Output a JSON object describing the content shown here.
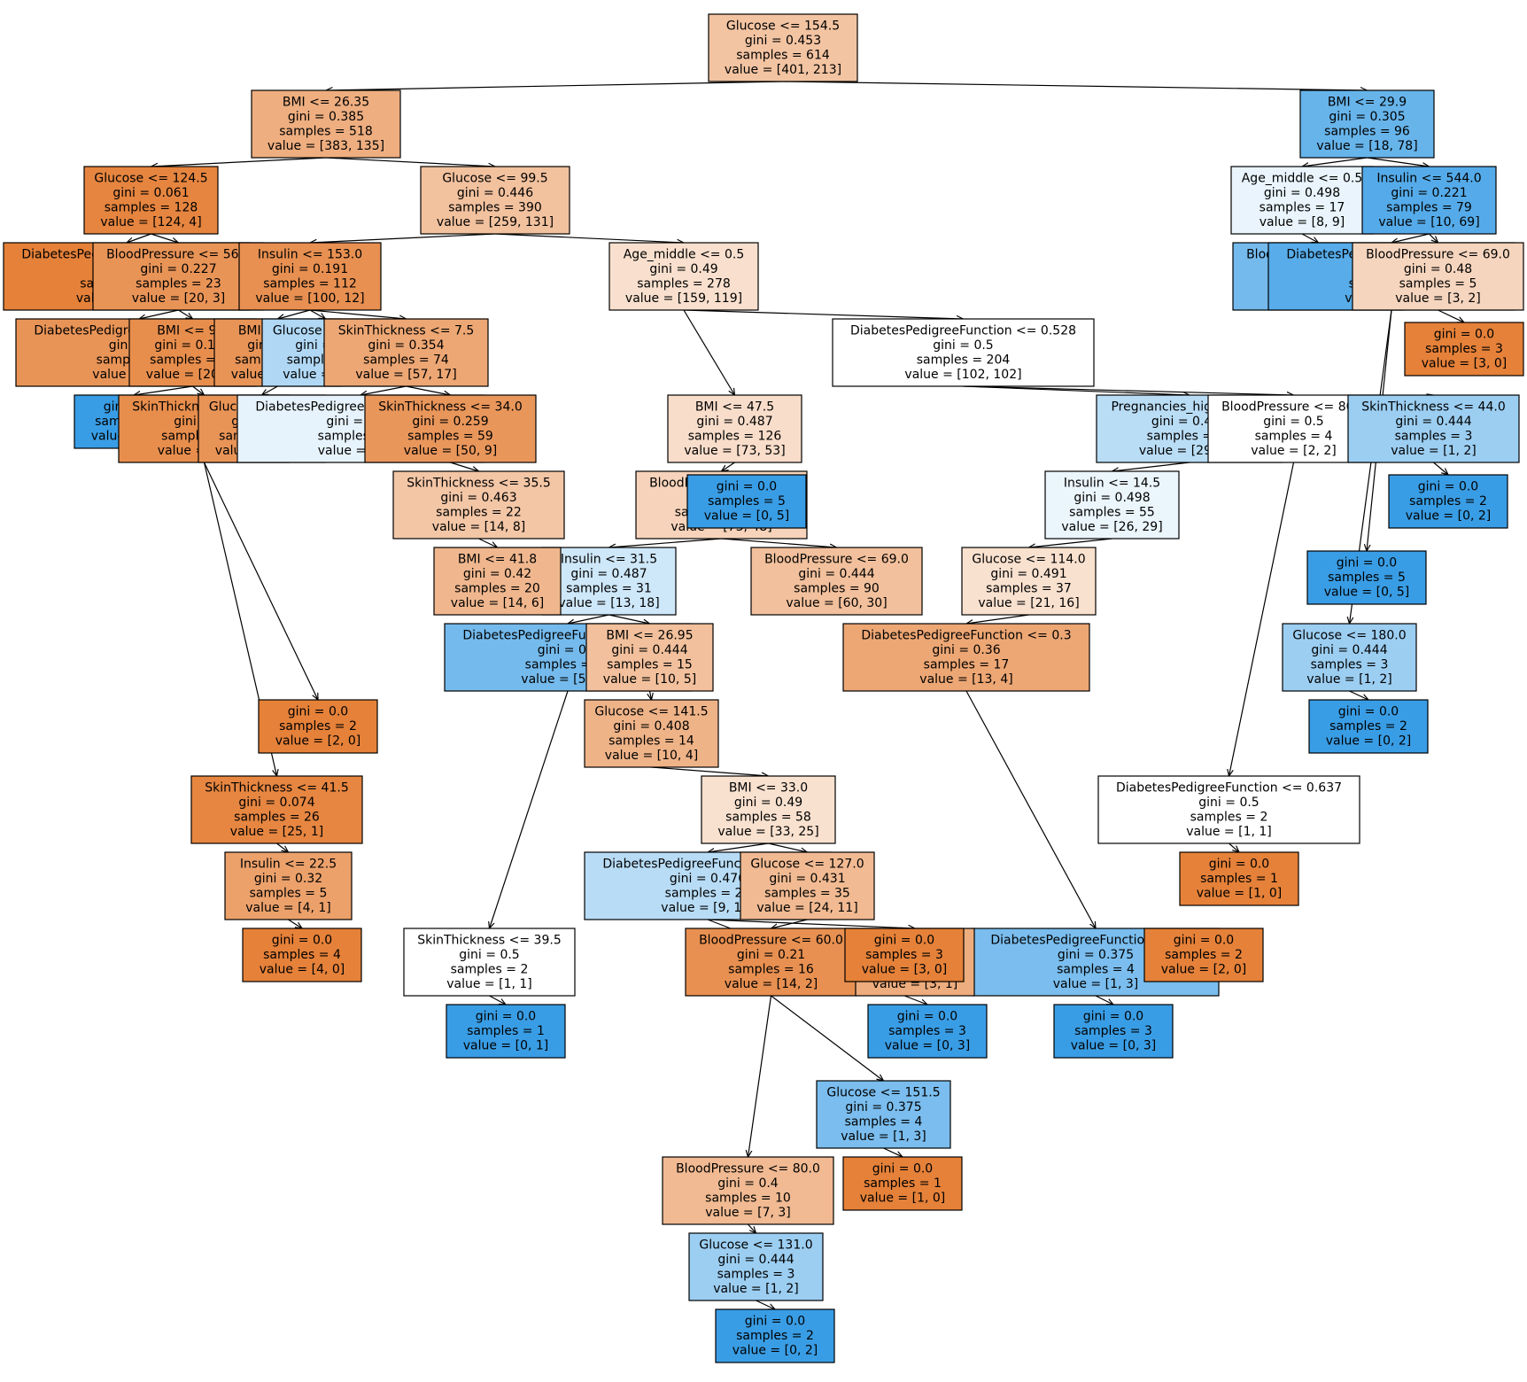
{
  "diagram": {
    "type": "decision-tree",
    "colors": {
      "class0": "#e58139",
      "class1": "#399de5",
      "border": "#000000",
      "edge": "#000000"
    },
    "nodes": [
      {
        "id": "n0",
        "parent": null,
        "cls": 0,
        "tint": 0.47,
        "lines": [
          "Glucose <= 154.5",
          "gini = 0.453",
          "samples = 614",
          "value = [401, 213]"
        ]
      },
      {
        "id": "n1",
        "parent": "n0",
        "cls": 0,
        "tint": 0.64,
        "lines": [
          "BMI <= 26.35",
          "gini = 0.385",
          "samples = 518",
          "value = [383, 135]"
        ]
      },
      {
        "id": "n2",
        "parent": "n0",
        "cls": 1,
        "tint": 0.77,
        "lines": [
          "BMI <= 29.9",
          "gini = 0.305",
          "samples = 96",
          "value = [18, 78]"
        ]
      },
      {
        "id": "n3",
        "parent": "n1",
        "cls": 0,
        "tint": 0.97,
        "lines": [
          "Glucose <= 124.5",
          "gini = 0.061",
          "samples = 128",
          "value = [124, 4]"
        ]
      },
      {
        "id": "n4",
        "parent": "n1",
        "cls": 0,
        "tint": 0.49,
        "lines": [
          "Glucose <= 99.5",
          "gini = 0.446",
          "samples = 390",
          "value = [259, 131]"
        ]
      },
      {
        "id": "n5",
        "parent": "n2",
        "cls": 1,
        "tint": 0.11,
        "lines": [
          "Age_middle <= 0.5",
          "gini = 0.498",
          "samples = 17",
          "value = [8, 9]"
        ]
      },
      {
        "id": "n6",
        "parent": "n2",
        "cls": 1,
        "tint": 0.86,
        "lines": [
          "Insulin <= 544.0",
          "gini = 0.221",
          "samples = 79",
          "value = [10, 69]"
        ]
      },
      {
        "id": "n7",
        "parent": "n3",
        "cls": 0,
        "tint": 1.0,
        "lines": [
          "DiabetesPedigreeFunction <= 0.5",
          "gini = 0.0",
          "samples = 105",
          "value = [104, 1]"
        ]
      },
      {
        "id": "n8",
        "parent": "n3",
        "cls": 0,
        "tint": 0.85,
        "lines": [
          "BloodPressure <= 56.0",
          "gini = 0.227",
          "samples = 23",
          "value = [20, 3]"
        ]
      },
      {
        "id": "n9",
        "parent": "n4",
        "cls": 0,
        "tint": 0.88,
        "lines": [
          "Insulin <= 153.0",
          "gini = 0.191",
          "samples = 112",
          "value = [100, 12]"
        ]
      },
      {
        "id": "n10",
        "parent": "n4",
        "cls": 0,
        "tint": 0.25,
        "lines": [
          "Age_middle <= 0.5",
          "gini = 0.49",
          "samples = 278",
          "value = [159, 119]"
        ]
      },
      {
        "id": "n11",
        "parent": "n5",
        "cls": 1,
        "tint": 0.7,
        "lines": [
          "BloodPressure <= 70.0",
          "gini = 0.3",
          "samples = 9",
          "value = [2, 7]"
        ]
      },
      {
        "id": "n12",
        "parent": "n6",
        "cls": 1,
        "tint": 0.85,
        "lines": [
          "DiabetesPedigreeFunction <= 1.1",
          "gini = 0.2",
          "samples = 74",
          "value = [8, 66]"
        ]
      },
      {
        "id": "n13",
        "parent": "n6",
        "cls": 0,
        "tint": 0.33,
        "lines": [
          "BloodPressure <= 69.0",
          "gini = 0.48",
          "samples = 5",
          "value = [3, 2]"
        ]
      },
      {
        "id": "n14",
        "parent": "n8",
        "cls": 0,
        "tint": 0.85,
        "lines": [
          "DiabetesPedigreeFunction <= 0.2",
          "gini = 0.2",
          "samples = 20",
          "value = [18, 2]"
        ]
      },
      {
        "id": "n15",
        "parent": "n8",
        "cls": 0,
        "tint": 0.9,
        "lines": [
          "BMI <= 9.8",
          "gini = 0.165",
          "samples = 22",
          "value = [20, 2]"
        ]
      },
      {
        "id": "n16",
        "parent": "n9",
        "cls": 0,
        "tint": 0.85,
        "lines": [
          "BMI <= 22.0",
          "gini = 0.2",
          "samples = 38",
          "value = [34, 4]"
        ]
      },
      {
        "id": "n17",
        "parent": "n9",
        "cls": 1,
        "tint": 0.4,
        "lines": [
          "Glucose <= 98.0",
          "gini = 0.4",
          "samples = 8",
          "value = [3, 5]"
        ]
      },
      {
        "id": "n18",
        "parent": "n9",
        "cls": 0,
        "tint": 0.7,
        "lines": [
          "SkinThickness <= 7.5",
          "gini = 0.354",
          "samples = 74",
          "value = [57, 17]"
        ]
      },
      {
        "id": "n19",
        "parent": "n10",
        "cls": 0,
        "tint": 0.27,
        "lines": [
          "BMI <= 47.5",
          "gini = 0.487",
          "samples = 126",
          "value = [73, 53]"
        ]
      },
      {
        "id": "n20",
        "parent": "n10",
        "cls": 0,
        "tint": 0.0,
        "lines": [
          "DiabetesPedigreeFunction <= 0.528",
          "gini = 0.5",
          "samples = 204",
          "value = [102, 102]"
        ]
      },
      {
        "id": "n21",
        "parent": "n15",
        "cls": 1,
        "tint": 1.0,
        "lines": [
          "gini = 0.0",
          "samples = 1",
          "value = [0, 1]"
        ]
      },
      {
        "id": "n22",
        "parent": "n15",
        "cls": 0,
        "tint": 0.9,
        "lines": [
          "SkinThickness <= 20.0",
          "gini = 0.2",
          "samples = 21",
          "value = [19, 2]"
        ]
      },
      {
        "id": "n23",
        "parent": "n16",
        "cls": 0,
        "tint": 0.85,
        "lines": [
          "Glucose <= 90.0",
          "gini = 0.2",
          "samples = 30",
          "value = [27, 3]"
        ]
      },
      {
        "id": "n24",
        "parent": "n18",
        "cls": 1,
        "tint": 0.12,
        "lines": [
          "DiabetesPedigreeFunction <= 0.6",
          "gini = 0.49",
          "samples = 15",
          "value = [7, 8]"
        ]
      },
      {
        "id": "n25",
        "parent": "n18",
        "cls": 0,
        "tint": 0.83,
        "lines": [
          "SkinThickness <= 34.0",
          "gini = 0.259",
          "samples = 59",
          "value = [50, 9]"
        ]
      },
      {
        "id": "n26",
        "parent": "n19",
        "cls": 0,
        "tint": 0.35,
        "lines": [
          "BloodPressure <= 87.0",
          "gini = 0.47",
          "samples = 121",
          "value = [73, 48]"
        ]
      },
      {
        "id": "n27",
        "parent": "n20",
        "cls": 1,
        "tint": 0.35,
        "lines": [
          "Pregnancies_high <= 0.5",
          "gini = 0.467",
          "samples = 70",
          "value = [29, 41]"
        ]
      },
      {
        "id": "n28",
        "parent": "n20",
        "cls": 0,
        "tint": 0.0,
        "lines": [
          "BloodPressure <= 80.0",
          "gini = 0.5",
          "samples = 4",
          "value = [2, 2]"
        ]
      },
      {
        "id": "n29",
        "parent": "n25",
        "cls": 0,
        "tint": 0.45,
        "lines": [
          "SkinThickness <= 35.5",
          "gini = 0.463",
          "samples = 22",
          "value = [14, 8]"
        ]
      },
      {
        "id": "n30",
        "parent": "n26",
        "cls": 1,
        "tint": 1.0,
        "lines": [
          "gini = 0.0",
          "samples = 5",
          "value = [0, 5]"
        ]
      },
      {
        "id": "n31",
        "parent": "n26",
        "cls": 1,
        "tint": 0.25,
        "lines": [
          "Insulin <= 31.5",
          "gini = 0.487",
          "samples = 31",
          "value = [13, 18]"
        ]
      },
      {
        "id": "n32",
        "parent": "n26",
        "cls": 0,
        "tint": 0.5,
        "lines": [
          "BloodPressure <= 69.0",
          "gini = 0.444",
          "samples = 90",
          "value = [60, 30]"
        ]
      },
      {
        "id": "n33",
        "parent": "n27",
        "cls": 1,
        "tint": 0.1,
        "lines": [
          "Insulin <= 14.5",
          "gini = 0.498",
          "samples = 55",
          "value = [26, 29]"
        ]
      },
      {
        "id": "n34",
        "parent": "n33",
        "cls": 0,
        "tint": 0.24,
        "lines": [
          "Glucose <= 114.0",
          "gini = 0.491",
          "samples = 37",
          "value = [21, 16]"
        ]
      },
      {
        "id": "n35",
        "parent": "n29",
        "cls": 0,
        "tint": 0.57,
        "lines": [
          "BMI <= 41.8",
          "gini = 0.42",
          "samples = 20",
          "value = [14, 6]"
        ]
      },
      {
        "id": "n36",
        "parent": "n31",
        "cls": 1,
        "tint": 0.7,
        "lines": [
          "DiabetesPedigreeFunction <= 0.3",
          "gini = 0.3",
          "samples = 30",
          "value = [5, 25]"
        ]
      },
      {
        "id": "n37",
        "parent": "n31",
        "cls": 0,
        "tint": 0.5,
        "lines": [
          "BMI <= 26.95",
          "gini = 0.444",
          "samples = 15",
          "value = [10, 5]"
        ]
      },
      {
        "id": "n38",
        "parent": "n34",
        "cls": 0,
        "tint": 0.7,
        "lines": [
          "DiabetesPedigreeFunction <= 0.3",
          "gini = 0.36",
          "samples = 17",
          "value = [13, 4]"
        ]
      },
      {
        "id": "n39",
        "parent": "n37",
        "cls": 0,
        "tint": 0.6,
        "lines": [
          "Glucose <= 141.5",
          "gini = 0.408",
          "samples = 14",
          "value = [10, 4]"
        ]
      },
      {
        "id": "n40",
        "parent": "n39",
        "cls": 0,
        "tint": 0.24,
        "lines": [
          "BMI <= 33.0",
          "gini = 0.49",
          "samples = 58",
          "value = [33, 25]"
        ]
      },
      {
        "id": "n41",
        "parent": "n40",
        "cls": 1,
        "tint": 0.36,
        "lines": [
          "DiabetesPedigreeFunction <= 0.4",
          "gini = 0.476",
          "samples = 23",
          "value = [9, 14]"
        ]
      },
      {
        "id": "n42",
        "parent": "n40",
        "cls": 0,
        "tint": 0.55,
        "lines": [
          "Glucose <= 127.0",
          "gini = 0.431",
          "samples = 35",
          "value = [24, 11]"
        ]
      },
      {
        "id": "n43",
        "parent": "n42",
        "cls": 0,
        "tint": 0.88,
        "lines": [
          "BloodPressure <= 60.0",
          "gini = 0.21",
          "samples = 16",
          "value = [14, 2]"
        ]
      },
      {
        "id": "n44",
        "parent": "n43",
        "cls": 0,
        "tint": 0.55,
        "lines": [
          "BloodPressure <= 80.0",
          "gini = 0.4",
          "samples = 10",
          "value = [7, 3]"
        ]
      },
      {
        "id": "n45",
        "parent": "n44",
        "cls": 1,
        "tint": 0.5,
        "lines": [
          "Glucose <= 131.0",
          "gini = 0.444",
          "samples = 3",
          "value = [1, 2]"
        ]
      },
      {
        "id": "n46",
        "parent": "n45",
        "cls": 1,
        "tint": 1.0,
        "lines": [
          "gini = 0.0",
          "samples = 2",
          "value = [0, 2]"
        ]
      },
      {
        "id": "n47",
        "parent": "n43",
        "cls": 1,
        "tint": 0.67,
        "lines": [
          "Glucose <= 151.5",
          "gini = 0.375",
          "samples = 4",
          "value = [1, 3]"
        ]
      },
      {
        "id": "n48",
        "parent": "n47",
        "cls": 0,
        "tint": 1.0,
        "lines": [
          "gini = 0.0",
          "samples = 1",
          "value = [1, 0]"
        ]
      },
      {
        "id": "n49",
        "parent": "n27",
        "cls": 1,
        "tint": 0.5,
        "lines": [
          "SkinThickness <= 44.0",
          "gini = 0.444",
          "samples = 3",
          "value = [1, 2]"
        ]
      },
      {
        "id": "n50",
        "parent": "n49",
        "cls": 1,
        "tint": 1.0,
        "lines": [
          "gini = 0.0",
          "samples = 2",
          "value = [0, 2]"
        ]
      },
      {
        "id": "n51",
        "parent": "n13",
        "cls": 0,
        "tint": 1.0,
        "lines": [
          "gini = 0.0",
          "samples = 3",
          "value = [3, 0]"
        ]
      },
      {
        "id": "n52",
        "parent": "n12",
        "cls": 1,
        "tint": 1.0,
        "lines": [
          "gini = 0.0",
          "samples = 5",
          "value = [0, 5]"
        ]
      },
      {
        "id": "n53",
        "parent": "n12",
        "cls": 1,
        "tint": 0.5,
        "lines": [
          "Glucose <= 180.0",
          "gini = 0.444",
          "samples = 3",
          "value = [1, 2]"
        ]
      },
      {
        "id": "n54",
        "parent": "n53",
        "cls": 1,
        "tint": 1.0,
        "lines": [
          "gini = 0.0",
          "samples = 2",
          "value = [0, 2]"
        ]
      },
      {
        "id": "n55",
        "parent": "n28",
        "cls": 0,
        "tint": 0.0,
        "lines": [
          "DiabetesPedigreeFunction <= 0.637",
          "gini = 0.5",
          "samples = 2",
          "value = [1, 1]"
        ]
      },
      {
        "id": "n56",
        "parent": "n55",
        "cls": 0,
        "tint": 1.0,
        "lines": [
          "gini = 0.0",
          "samples = 1",
          "value = [1, 0]"
        ]
      },
      {
        "id": "n57",
        "parent": "n38",
        "cls": 1,
        "tint": 0.67,
        "lines": [
          "DiabetesPedigreeFunction <= 0.5",
          "gini = 0.375",
          "samples = 4",
          "value = [1, 3]"
        ]
      },
      {
        "id": "n58",
        "parent": "n57",
        "cls": 1,
        "tint": 1.0,
        "lines": [
          "gini = 0.0",
          "samples = 3",
          "value = [0, 3]"
        ]
      },
      {
        "id": "n59",
        "parent": "n57",
        "cls": 0,
        "tint": 1.0,
        "lines": [
          "gini = 0.0",
          "samples = 2",
          "value = [2, 0]"
        ]
      },
      {
        "id": "n60",
        "parent": "n22",
        "cls": 0,
        "tint": 0.96,
        "lines": [
          "SkinThickness <= 41.5",
          "gini = 0.074",
          "samples = 26",
          "value = [25, 1]"
        ]
      },
      {
        "id": "n61",
        "parent": "n60",
        "cls": 0,
        "tint": 0.75,
        "lines": [
          "Insulin <= 22.5",
          "gini = 0.32",
          "samples = 5",
          "value = [4, 1]"
        ]
      },
      {
        "id": "n62",
        "parent": "n61",
        "cls": 0,
        "tint": 1.0,
        "lines": [
          "gini = 0.0",
          "samples = 4",
          "value = [4, 0]"
        ]
      },
      {
        "id": "n63",
        "parent": "n22",
        "cls": 0,
        "tint": 1.0,
        "lines": [
          "gini = 0.0",
          "samples = 2",
          "value = [2, 0]"
        ]
      },
      {
        "id": "n64",
        "parent": "n36",
        "cls": 0,
        "tint": 0.0,
        "lines": [
          "SkinThickness <= 39.5",
          "gini = 0.5",
          "samples = 2",
          "value = [1, 1]"
        ]
      },
      {
        "id": "n65",
        "parent": "n64",
        "cls": 1,
        "tint": 1.0,
        "lines": [
          "gini = 0.0",
          "samples = 1",
          "value = [0, 1]"
        ]
      },
      {
        "id": "n66",
        "parent": "n41",
        "cls": 1,
        "tint": 1.0,
        "lines": [
          "gini = 0.0",
          "samples = 3",
          "value = [0, 3]"
        ]
      },
      {
        "id": "n67",
        "parent": "n41",
        "cls": 0,
        "tint": 0.65,
        "lines": [
          "BMI <= 30.45",
          "gini = 0.4",
          "samples = 4",
          "value = [3, 1]"
        ]
      },
      {
        "id": "n68",
        "parent": "n67",
        "cls": 0,
        "tint": 1.0,
        "lines": [
          "gini = 0.0",
          "samples = 3",
          "value = [3, 0]"
        ]
      }
    ]
  }
}
